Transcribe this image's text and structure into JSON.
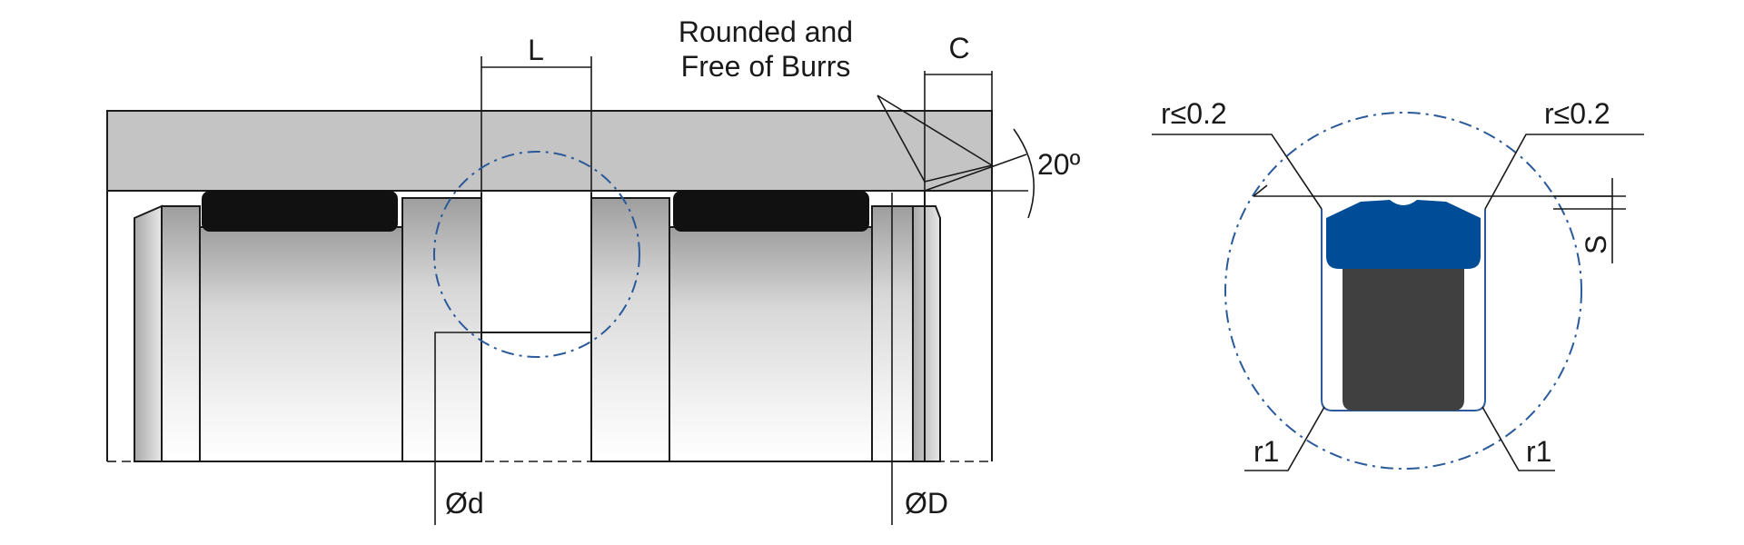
{
  "labels": {
    "length": "L",
    "chamfer_length": "C",
    "note_line1": "Rounded and",
    "note_line2": "Free of Burrs",
    "angle": "20º",
    "rod_diameter": "Ød",
    "bore_diameter": "ØD",
    "radius_top_left": "r≤0.2",
    "radius_top_right": "r≤0.2",
    "depth": "S",
    "radius_bottom_left": "r1",
    "radius_bottom_right": "r1"
  },
  "colors": {
    "housing_gray": "#c4c4c4",
    "piston_light": "#f0f0f0",
    "piston_dark": "#9e9e9e",
    "guide_ring": "#111111",
    "seal_blue": "#004c97",
    "seal_dark": "#404040",
    "detail_outline": "#2a5a9a"
  }
}
